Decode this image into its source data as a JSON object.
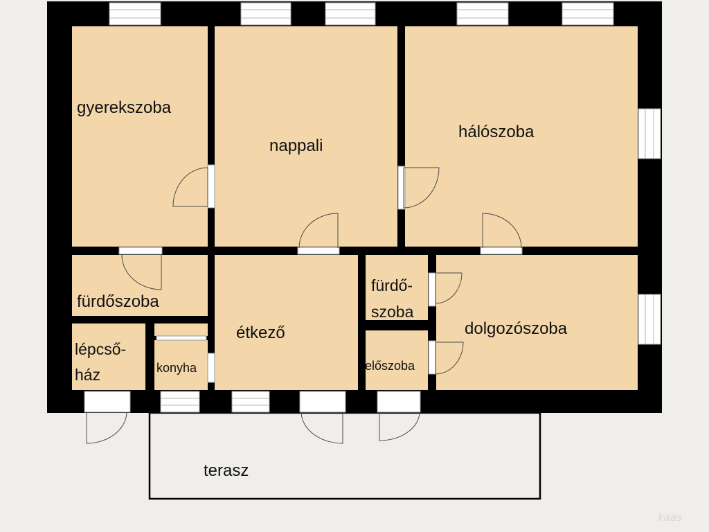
{
  "colors": {
    "background": "#efeeeb",
    "wall": "#000000",
    "room_fill": "#f3d7aa",
    "window": "#ffffff",
    "terrace_fill": "#efeeeb",
    "label": "#111111",
    "watermark": "#d8d6d2"
  },
  "rooms": {
    "gyerekszoba": "gyerekszoba",
    "nappali": "nappali",
    "haloszoba": "hálószoba",
    "furdoszoba_left": "fürdőszoba",
    "lepcsohaz_line1": "lépcső-",
    "lepcsohaz_line2": "ház",
    "konyha": "konyha",
    "etkezo": "étkező",
    "furdo_small_line1": "fürdő-",
    "furdo_small_line2": "szoba",
    "eloszoba": "előszoba",
    "dolgozoszoba": "dolgozószoba",
    "terasz": "terasz"
  },
  "watermark": "kaas"
}
